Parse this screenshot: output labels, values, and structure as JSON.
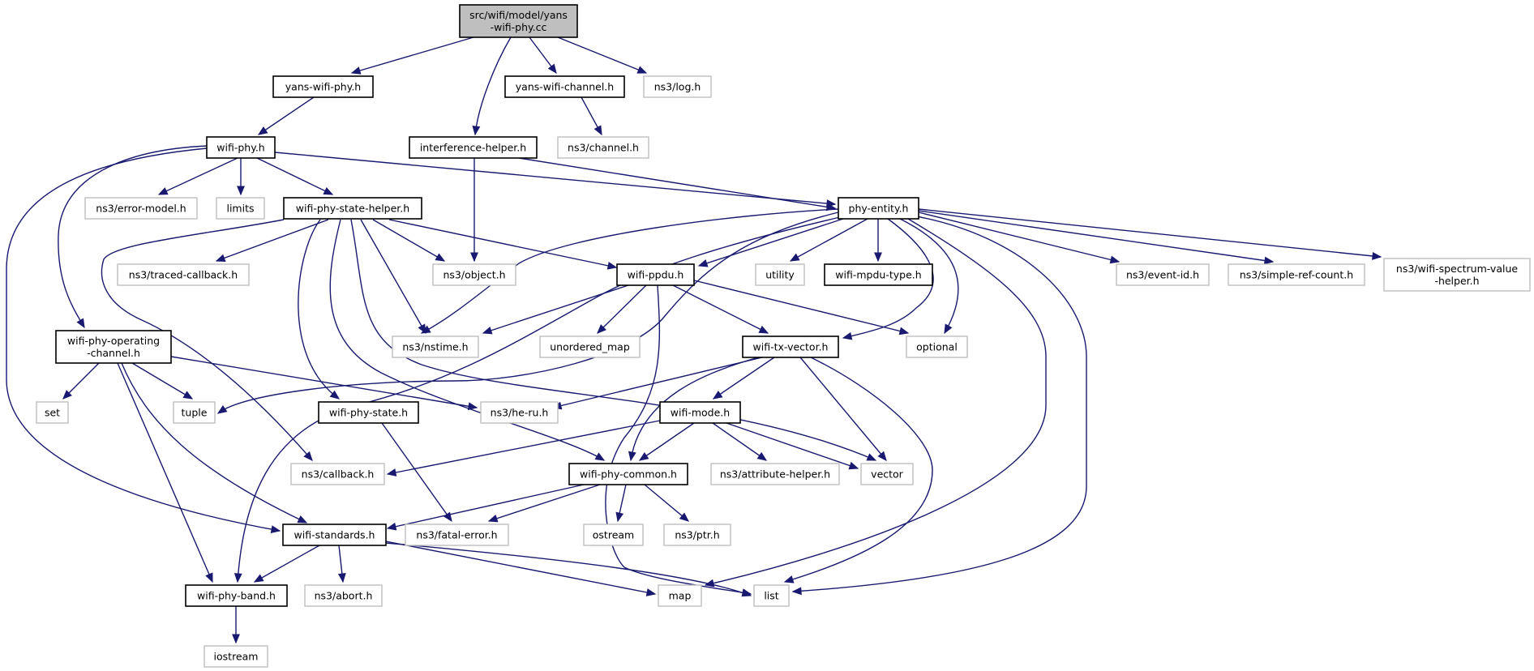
{
  "diagram": {
    "title": "Include dependency graph for yans-wifi-phy.cc",
    "colors": {
      "edge": "#191970",
      "root_fill": "#bfbfbf",
      "local_border": "#000000",
      "system_border": "#bfbfbf"
    },
    "nodes": [
      {
        "id": "root",
        "kind": "root",
        "lines": [
          "src/wifi/model/yans",
          "-wifi-phy.cc"
        ]
      },
      {
        "id": "yans-wifi-phy",
        "kind": "local",
        "lines": [
          "yans-wifi-phy.h"
        ]
      },
      {
        "id": "yans-wifi-channel",
        "kind": "local",
        "lines": [
          "yans-wifi-channel.h"
        ]
      },
      {
        "id": "ns3-log",
        "kind": "system",
        "lines": [
          "ns3/log.h"
        ]
      },
      {
        "id": "wifi-phy",
        "kind": "local",
        "lines": [
          "wifi-phy.h"
        ]
      },
      {
        "id": "interference-helper",
        "kind": "local",
        "lines": [
          "interference-helper.h"
        ]
      },
      {
        "id": "ns3-channel",
        "kind": "system",
        "lines": [
          "ns3/channel.h"
        ]
      },
      {
        "id": "ns3-error-model",
        "kind": "system",
        "lines": [
          "ns3/error-model.h"
        ]
      },
      {
        "id": "limits",
        "kind": "system",
        "lines": [
          "limits"
        ]
      },
      {
        "id": "wifi-phy-state-helper",
        "kind": "local",
        "lines": [
          "wifi-phy-state-helper.h"
        ]
      },
      {
        "id": "phy-entity",
        "kind": "local",
        "lines": [
          "phy-entity.h"
        ]
      },
      {
        "id": "ns3-traced-callback",
        "kind": "system",
        "lines": [
          "ns3/traced-callback.h"
        ]
      },
      {
        "id": "ns3-object",
        "kind": "system",
        "lines": [
          "ns3/object.h"
        ]
      },
      {
        "id": "wifi-ppdu",
        "kind": "local",
        "lines": [
          "wifi-ppdu.h"
        ]
      },
      {
        "id": "utility",
        "kind": "system",
        "lines": [
          "utility"
        ]
      },
      {
        "id": "wifi-mpdu-type",
        "kind": "local",
        "lines": [
          "wifi-mpdu-type.h"
        ]
      },
      {
        "id": "ns3-event-id",
        "kind": "system",
        "lines": [
          "ns3/event-id.h"
        ]
      },
      {
        "id": "ns3-simple-ref-count",
        "kind": "system",
        "lines": [
          "ns3/simple-ref-count.h"
        ]
      },
      {
        "id": "ns3-wifi-spectrum-value-helper",
        "kind": "system",
        "lines": [
          "ns3/wifi-spectrum-value",
          "-helper.h"
        ]
      },
      {
        "id": "wifi-phy-operating-channel",
        "kind": "local",
        "lines": [
          "wifi-phy-operating",
          "-channel.h"
        ]
      },
      {
        "id": "ns3-nstime",
        "kind": "system",
        "lines": [
          "ns3/nstime.h"
        ]
      },
      {
        "id": "unordered-map",
        "kind": "system",
        "lines": [
          "unordered_map"
        ]
      },
      {
        "id": "wifi-tx-vector",
        "kind": "local",
        "lines": [
          "wifi-tx-vector.h"
        ]
      },
      {
        "id": "optional",
        "kind": "system",
        "lines": [
          "optional"
        ]
      },
      {
        "id": "set",
        "kind": "system",
        "lines": [
          "set"
        ]
      },
      {
        "id": "tuple",
        "kind": "system",
        "lines": [
          "tuple"
        ]
      },
      {
        "id": "wifi-phy-state",
        "kind": "local",
        "lines": [
          "wifi-phy-state.h"
        ]
      },
      {
        "id": "ns3-he-ru",
        "kind": "system",
        "lines": [
          "ns3/he-ru.h"
        ]
      },
      {
        "id": "wifi-mode",
        "kind": "local",
        "lines": [
          "wifi-mode.h"
        ]
      },
      {
        "id": "ns3-callback",
        "kind": "system",
        "lines": [
          "ns3/callback.h"
        ]
      },
      {
        "id": "wifi-phy-common",
        "kind": "local",
        "lines": [
          "wifi-phy-common.h"
        ]
      },
      {
        "id": "ns3-attribute-helper",
        "kind": "system",
        "lines": [
          "ns3/attribute-helper.h"
        ]
      },
      {
        "id": "vector",
        "kind": "system",
        "lines": [
          "vector"
        ]
      },
      {
        "id": "wifi-standards",
        "kind": "local",
        "lines": [
          "wifi-standards.h"
        ]
      },
      {
        "id": "ns3-fatal-error",
        "kind": "system",
        "lines": [
          "ns3/fatal-error.h"
        ]
      },
      {
        "id": "ostream",
        "kind": "system",
        "lines": [
          "ostream"
        ]
      },
      {
        "id": "ns3-ptr",
        "kind": "system",
        "lines": [
          "ns3/ptr.h"
        ]
      },
      {
        "id": "wifi-phy-band",
        "kind": "local",
        "lines": [
          "wifi-phy-band.h"
        ]
      },
      {
        "id": "ns3-abort",
        "kind": "system",
        "lines": [
          "ns3/abort.h"
        ]
      },
      {
        "id": "map",
        "kind": "system",
        "lines": [
          "map"
        ]
      },
      {
        "id": "list",
        "kind": "system",
        "lines": [
          "list"
        ]
      },
      {
        "id": "iostream",
        "kind": "system",
        "lines": [
          "iostream"
        ]
      }
    ],
    "edges": [
      [
        "root",
        "yans-wifi-phy"
      ],
      [
        "root",
        "interference-helper"
      ],
      [
        "root",
        "yans-wifi-channel"
      ],
      [
        "root",
        "ns3-log"
      ],
      [
        "yans-wifi-phy",
        "wifi-phy"
      ],
      [
        "yans-wifi-channel",
        "ns3-channel"
      ],
      [
        "wifi-phy",
        "ns3-error-model"
      ],
      [
        "wifi-phy",
        "limits"
      ],
      [
        "wifi-phy",
        "wifi-phy-state-helper"
      ],
      [
        "wifi-phy",
        "phy-entity"
      ],
      [
        "wifi-phy",
        "wifi-phy-operating-channel"
      ],
      [
        "wifi-phy",
        "wifi-standards"
      ],
      [
        "interference-helper",
        "ns3-object"
      ],
      [
        "interference-helper",
        "phy-entity"
      ],
      [
        "wifi-phy-state-helper",
        "ns3-traced-callback"
      ],
      [
        "wifi-phy-state-helper",
        "ns3-object"
      ],
      [
        "wifi-phy-state-helper",
        "wifi-ppdu"
      ],
      [
        "wifi-phy-state-helper",
        "ns3-nstime"
      ],
      [
        "wifi-phy-state-helper",
        "ns3-callback"
      ],
      [
        "wifi-phy-state-helper",
        "wifi-phy-state"
      ],
      [
        "wifi-phy-state-helper",
        "wifi-phy-common"
      ],
      [
        "wifi-phy-state-helper",
        "vector"
      ],
      [
        "phy-entity",
        "wifi-ppdu"
      ],
      [
        "phy-entity",
        "utility"
      ],
      [
        "phy-entity",
        "wifi-mpdu-type"
      ],
      [
        "phy-entity",
        "ns3-event-id"
      ],
      [
        "phy-entity",
        "ns3-simple-ref-count"
      ],
      [
        "phy-entity",
        "ns3-wifi-spectrum-value-helper"
      ],
      [
        "phy-entity",
        "ns3-nstime"
      ],
      [
        "phy-entity",
        "wifi-tx-vector"
      ],
      [
        "phy-entity",
        "optional"
      ],
      [
        "phy-entity",
        "tuple"
      ],
      [
        "phy-entity",
        "wifi-phy-band"
      ],
      [
        "phy-entity",
        "map"
      ],
      [
        "phy-entity",
        "list"
      ],
      [
        "wifi-ppdu",
        "ns3-nstime"
      ],
      [
        "wifi-ppdu",
        "unordered-map"
      ],
      [
        "wifi-ppdu",
        "wifi-tx-vector"
      ],
      [
        "wifi-ppdu",
        "optional"
      ],
      [
        "wifi-ppdu",
        "list"
      ],
      [
        "wifi-phy-operating-channel",
        "set"
      ],
      [
        "wifi-phy-operating-channel",
        "tuple"
      ],
      [
        "wifi-phy-operating-channel",
        "ns3-he-ru"
      ],
      [
        "wifi-phy-operating-channel",
        "wifi-standards"
      ],
      [
        "wifi-phy-operating-channel",
        "wifi-phy-band"
      ],
      [
        "wifi-tx-vector",
        "ns3-he-ru"
      ],
      [
        "wifi-tx-vector",
        "wifi-mode"
      ],
      [
        "wifi-tx-vector",
        "wifi-phy-common"
      ],
      [
        "wifi-tx-vector",
        "vector"
      ],
      [
        "wifi-tx-vector",
        "list"
      ],
      [
        "wifi-phy-state",
        "ns3-fatal-error"
      ],
      [
        "wifi-mode",
        "ns3-callback"
      ],
      [
        "wifi-mode",
        "wifi-phy-common"
      ],
      [
        "wifi-mode",
        "ns3-attribute-helper"
      ],
      [
        "wifi-mode",
        "vector"
      ],
      [
        "wifi-phy-common",
        "wifi-standards"
      ],
      [
        "wifi-phy-common",
        "ns3-fatal-error"
      ],
      [
        "wifi-phy-common",
        "ostream"
      ],
      [
        "wifi-phy-common",
        "ns3-ptr"
      ],
      [
        "wifi-standards",
        "wifi-phy-band"
      ],
      [
        "wifi-standards",
        "ns3-abort"
      ],
      [
        "wifi-standards",
        "map"
      ],
      [
        "wifi-standards",
        "list"
      ],
      [
        "wifi-phy-band",
        "iostream"
      ]
    ]
  }
}
